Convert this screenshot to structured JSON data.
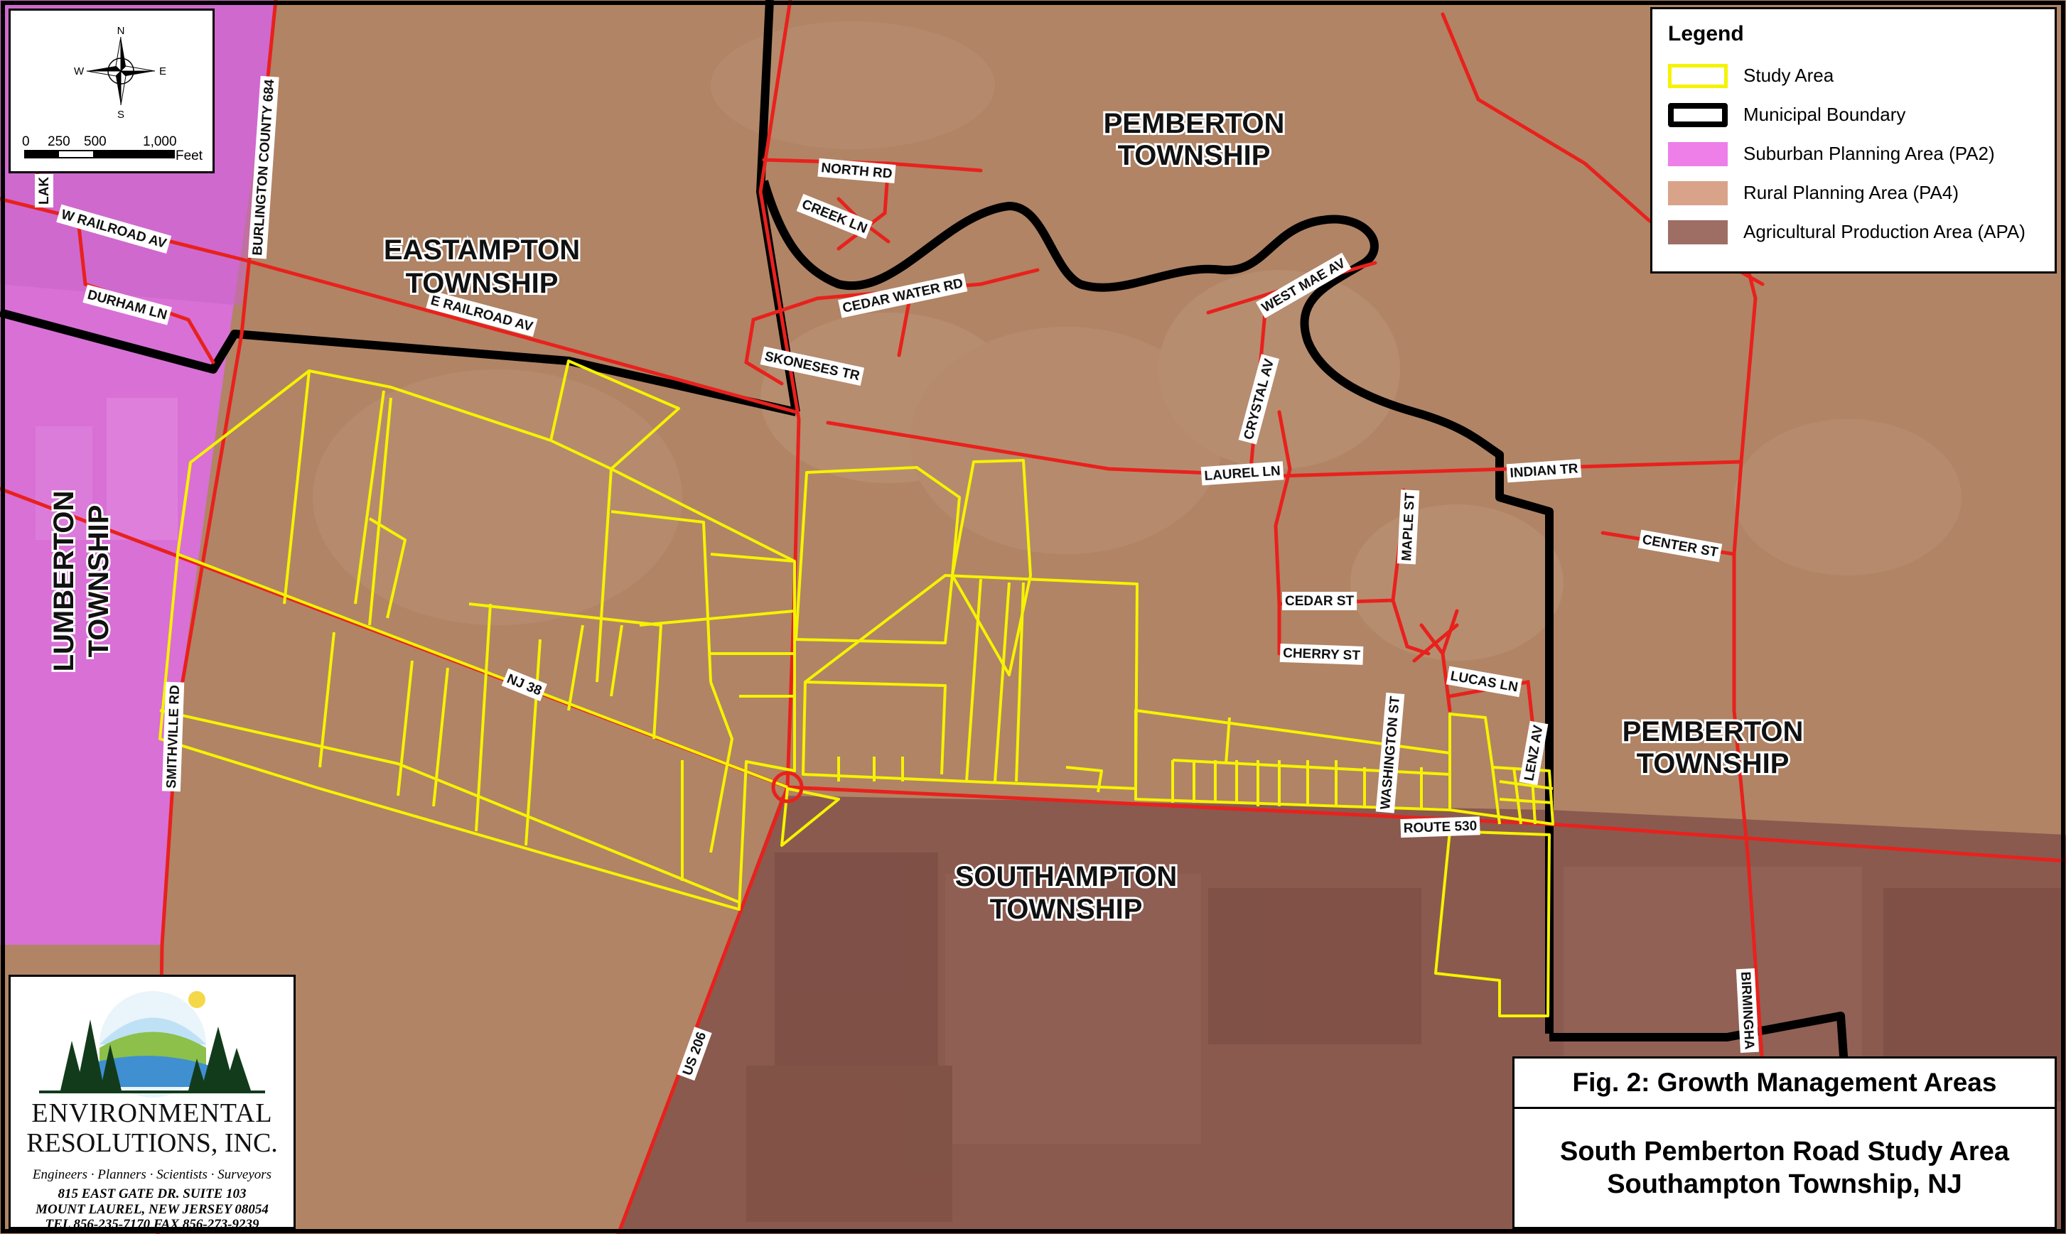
{
  "legend": {
    "title": "Legend",
    "items": [
      {
        "label": "Study Area",
        "fill": "#ffffff",
        "stroke": "#f5f300"
      },
      {
        "label": "Municipal Boundary",
        "fill": "#ffffff",
        "stroke": "#000000"
      },
      {
        "label": "Suburban Planning Area (PA2)",
        "fill": "#ee7fe8",
        "stroke": "#ee7fe8"
      },
      {
        "label": "Rural Planning Area (PA4)",
        "fill": "#d9a38a",
        "stroke": "#d9a38a"
      },
      {
        "label": "Agricultural Production Area (APA)",
        "fill": "#9e6e64",
        "stroke": "#9e6e64"
      }
    ]
  },
  "scale": {
    "ticks": [
      "0",
      "250",
      "500",
      "1,000"
    ],
    "unit": "Feet"
  },
  "compass": {
    "n": "N",
    "s": "S",
    "e": "E",
    "w": "W"
  },
  "townships": {
    "pemberton_north": [
      "PEMBERTON",
      "TOWNSHIP"
    ],
    "eastampton": [
      "EASTAMPTON",
      "TOWNSHIP"
    ],
    "lumberton": [
      "LUMBERTON",
      "TOWNSHIP"
    ],
    "southampton": [
      "SOUTHAMPTON",
      "TOWNSHIP"
    ],
    "pemberton_east": [
      "PEMBERTON",
      "TOWNSHIP"
    ]
  },
  "roads": {
    "north_rd": "NORTH RD",
    "creek_ln": "CREEK LN",
    "cedar_water_rd": "CEDAR WATER RD",
    "skoneses_tr": "SKONESES TR",
    "w_railroad_av": "W RAILROAD AV",
    "e_railroad_av": "E RAILROAD AV",
    "durham_ln": "DURHAM LN",
    "burlington_county": "BURLINGTON COUNTY 684",
    "lake": "LAK",
    "smithville_rd": "SMITHVILLE RD",
    "nj38": "NJ 38",
    "us206": "US 206",
    "west_mae_av": "WEST MAE AV",
    "crystal_av": "CRYSTAL AV",
    "laurel_ln": "LAUREL LN",
    "indian_tr": "INDIAN TR",
    "maple_st": "MAPLE ST",
    "center_st": "CENTER ST",
    "cedar_st": "CEDAR ST",
    "cherry_st": "CHERRY ST",
    "washington_st": "WASHINGTON ST",
    "lucas_ln": "LUCAS LN",
    "lenz_av": "LENZ AV",
    "route530": "ROUTE 530",
    "birmingham": "BIRMINGHA"
  },
  "logo": {
    "line1": "ENVIRONMENTAL",
    "line2": "RESOLUTIONS, INC.",
    "tagline": "Engineers · Planners · Scientists · Surveyors",
    "addr1": "815 EAST GATE DR. SUITE 103",
    "addr2": "MOUNT LAUREL, NEW JERSEY 08054",
    "addr3": "TEL 856-235-7170  FAX 856-273-9239"
  },
  "figure_title": "Fig. 2: Growth Management Areas",
  "subtitle": [
    "South Pemberton Road Study Area",
    "Southampton Township, NJ"
  ],
  "colors": {
    "rural": "#b98a6c",
    "agricultural": "#85564a",
    "suburban": "#d870d6",
    "road": "#e8211d",
    "study_area": "#f5f300",
    "boundary": "#000000"
  }
}
